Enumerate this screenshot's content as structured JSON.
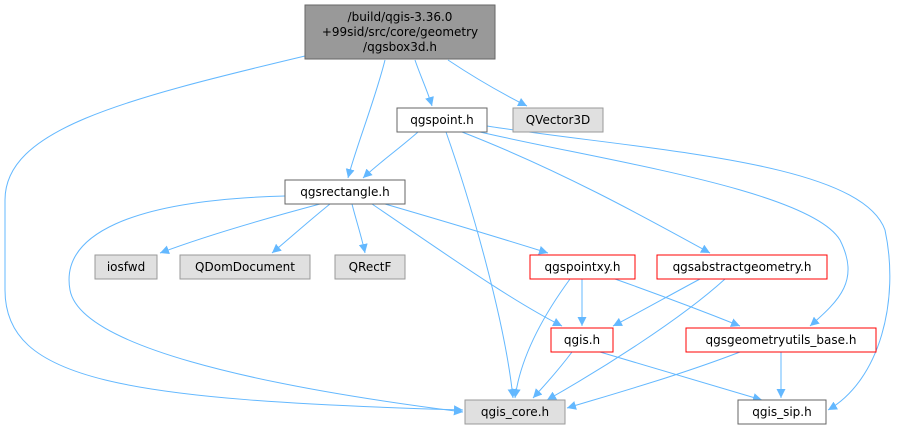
{
  "colors": {
    "edge": "#63b8ff",
    "root_fill": "#999999",
    "root_stroke": "#666666",
    "documented_fill": "#ffffff",
    "documented_stroke": "#666666",
    "external_fill": "#e0e0e0",
    "external_stroke": "#999999",
    "incomplete_fill": "#ffffff",
    "incomplete_stroke": "#ff0000"
  },
  "nodes": [
    {
      "id": "root",
      "kind": "root",
      "lines": [
        "/build/qgis-3.36.0",
        "+99sid/src/core/geometry",
        "/qgsbox3d.h"
      ]
    },
    {
      "id": "qgspoint",
      "kind": "documented",
      "lines": [
        "qgspoint.h"
      ]
    },
    {
      "id": "qvector3d",
      "kind": "external",
      "lines": [
        "QVector3D"
      ]
    },
    {
      "id": "qgsrectangle",
      "kind": "documented",
      "lines": [
        "qgsrectangle.h"
      ]
    },
    {
      "id": "iosfwd",
      "kind": "external",
      "lines": [
        "iosfwd"
      ]
    },
    {
      "id": "qdomdocument",
      "kind": "external",
      "lines": [
        "QDomDocument"
      ]
    },
    {
      "id": "qrectf",
      "kind": "external",
      "lines": [
        "QRectF"
      ]
    },
    {
      "id": "qgspointxy",
      "kind": "incomplete",
      "lines": [
        "qgspointxy.h"
      ]
    },
    {
      "id": "qgsabstractgeometry",
      "kind": "incomplete",
      "lines": [
        "qgsabstractgeometry.h"
      ]
    },
    {
      "id": "qgis",
      "kind": "incomplete",
      "lines": [
        "qgis.h"
      ]
    },
    {
      "id": "qgsgeometryutils_base",
      "kind": "incomplete",
      "lines": [
        "qgsgeometryutils_base.h"
      ]
    },
    {
      "id": "qgis_core",
      "kind": "external",
      "lines": [
        "qgis_core.h"
      ]
    },
    {
      "id": "qgis_sip",
      "kind": "documented",
      "lines": [
        "qgis_sip.h"
      ]
    }
  ],
  "edges": [
    [
      "root",
      "qgis_core"
    ],
    [
      "root",
      "qgsrectangle"
    ],
    [
      "root",
      "qgspoint"
    ],
    [
      "root",
      "qvector3d"
    ],
    [
      "qgspoint",
      "qgsrectangle"
    ],
    [
      "qgspoint",
      "qgis_core"
    ],
    [
      "qgspoint",
      "qgsabstractgeometry"
    ],
    [
      "qgspoint",
      "qgsgeometryutils_base"
    ],
    [
      "qgspoint",
      "qgis_sip"
    ],
    [
      "qgsrectangle",
      "qgis_core"
    ],
    [
      "qgsrectangle",
      "iosfwd"
    ],
    [
      "qgsrectangle",
      "qdomdocument"
    ],
    [
      "qgsrectangle",
      "qrectf"
    ],
    [
      "qgsrectangle",
      "qgspointxy"
    ],
    [
      "qgsrectangle",
      "qgis"
    ],
    [
      "qgspointxy",
      "qgis"
    ],
    [
      "qgspointxy",
      "qgis_core"
    ],
    [
      "qgspointxy",
      "qgsgeometryutils_base"
    ],
    [
      "qgsabstractgeometry",
      "qgis"
    ],
    [
      "qgsabstractgeometry",
      "qgis_core"
    ],
    [
      "qgis",
      "qgis_core"
    ],
    [
      "qgis",
      "qgis_sip"
    ],
    [
      "qgsgeometryutils_base",
      "qgis_core"
    ],
    [
      "qgsgeometryutils_base",
      "qgis_sip"
    ]
  ]
}
